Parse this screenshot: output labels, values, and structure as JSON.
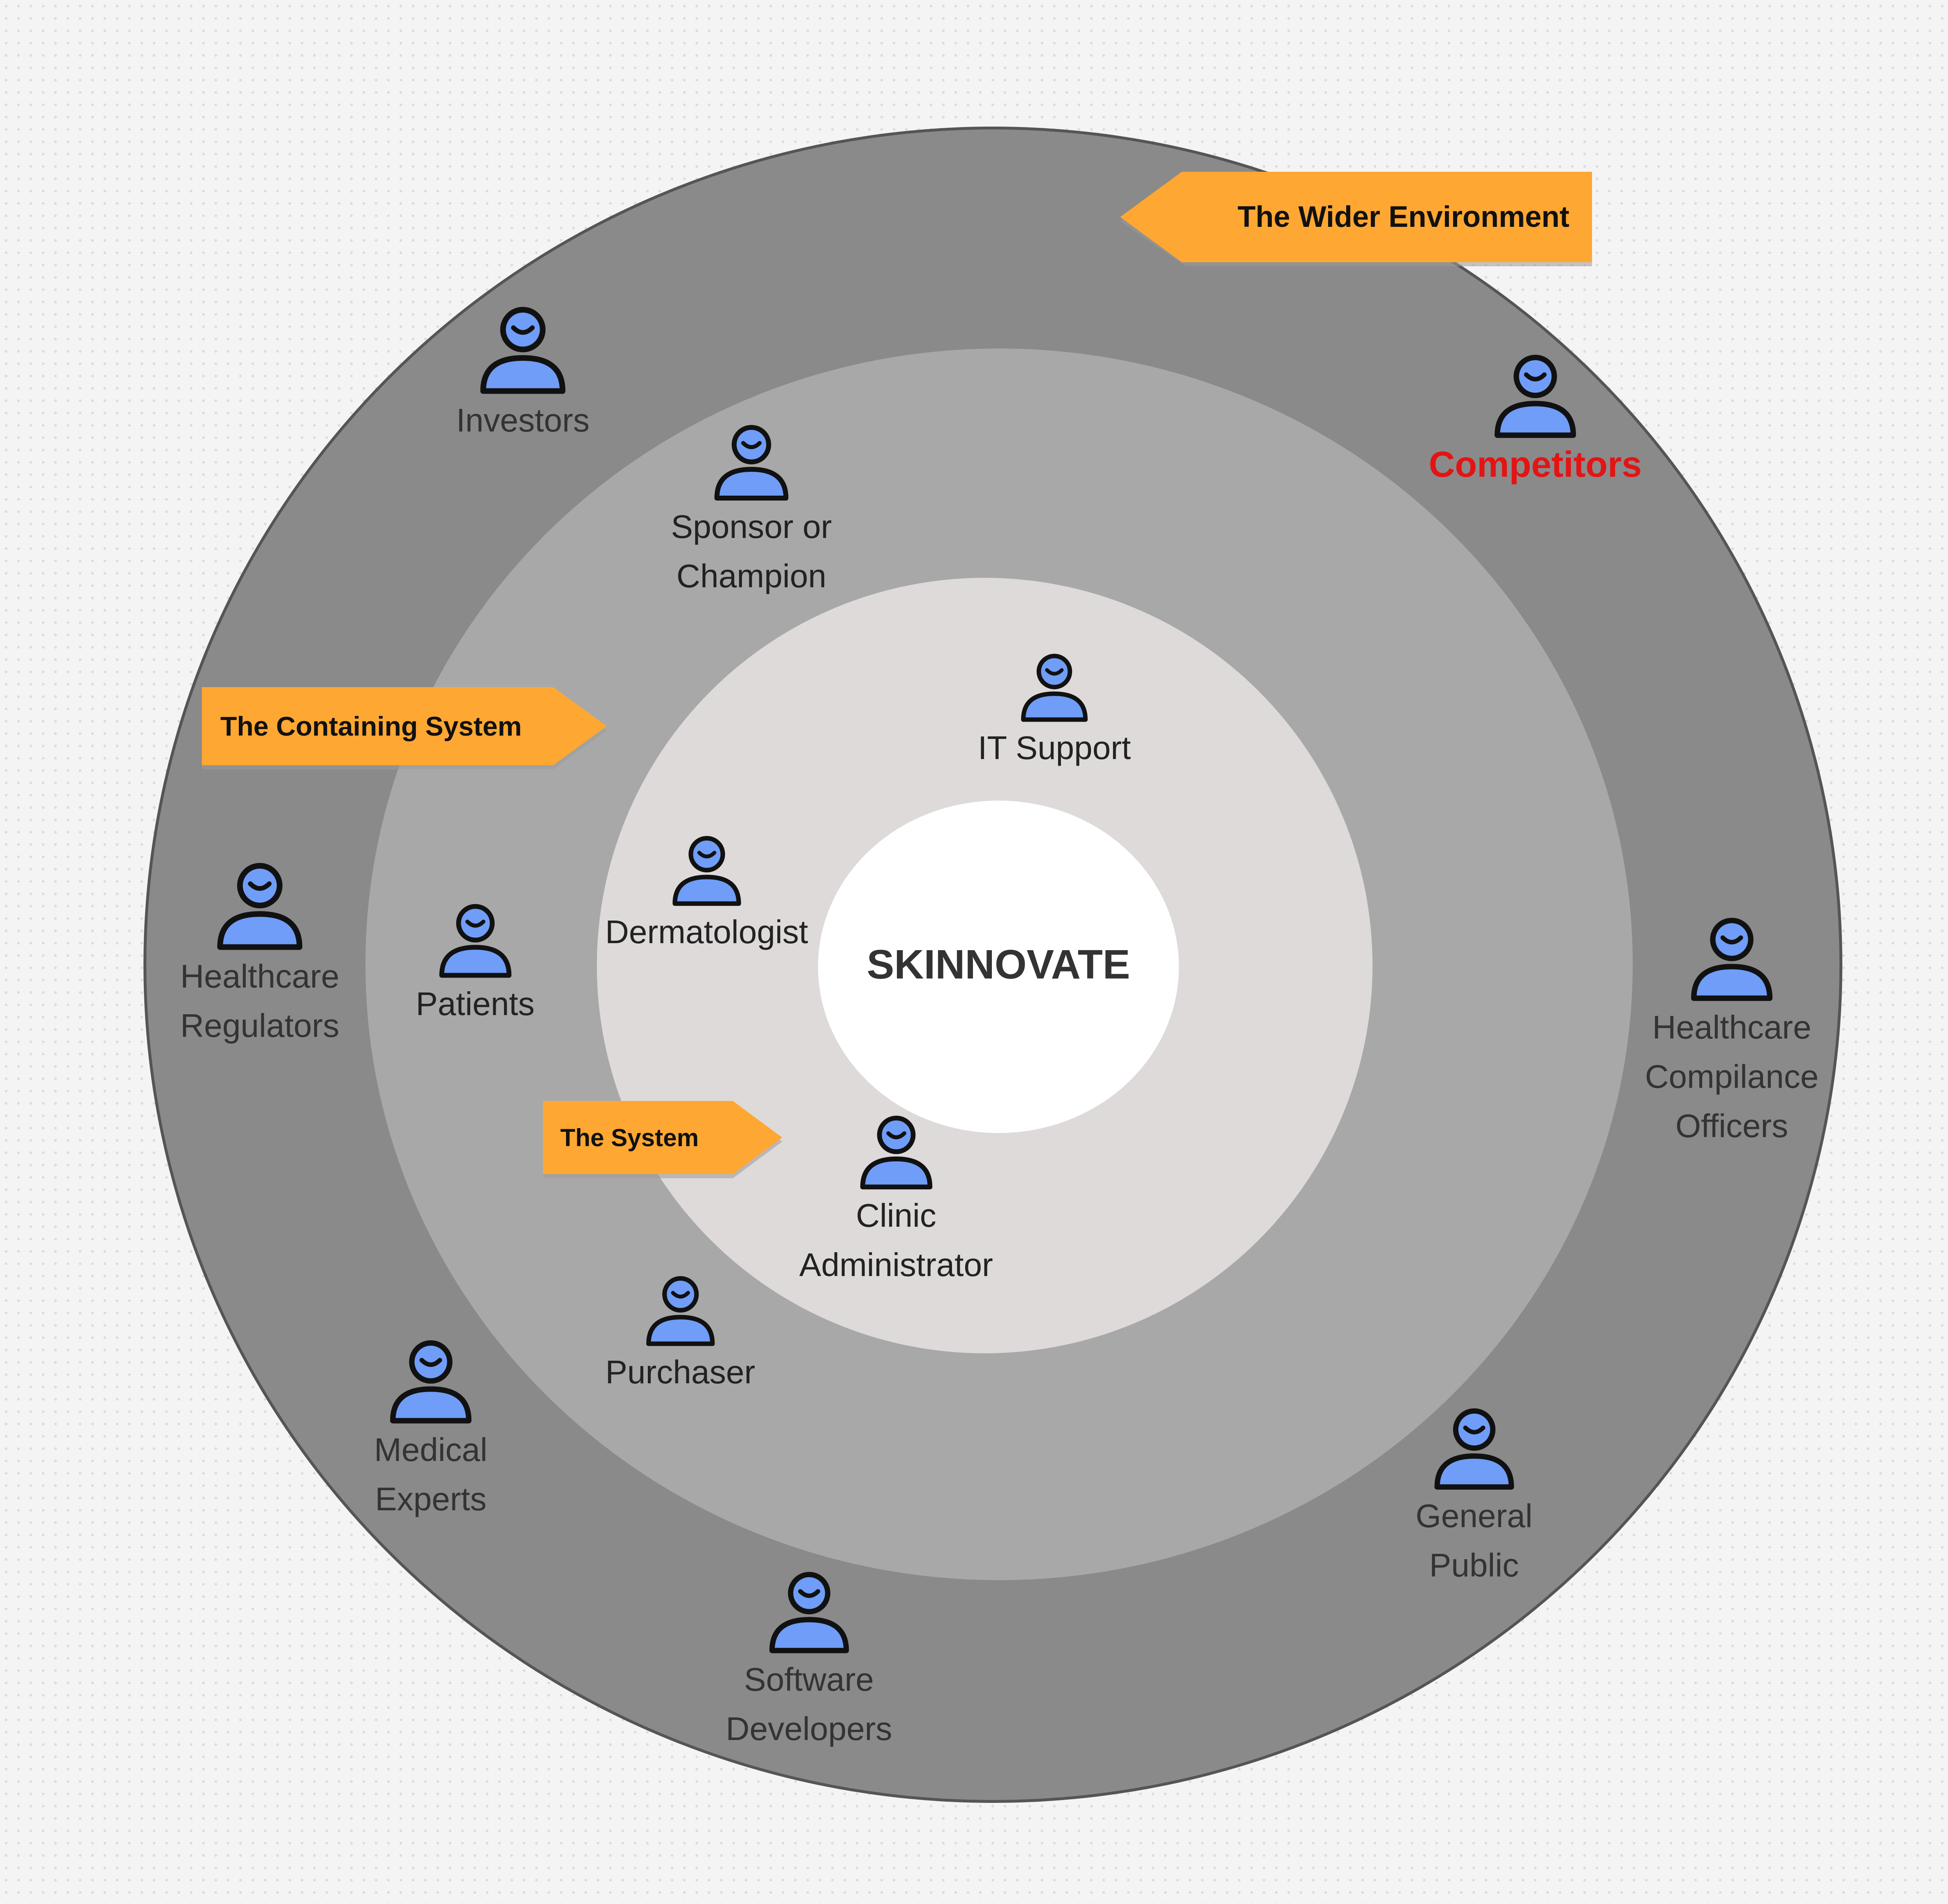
{
  "center": {
    "label": "SKINNOVATE"
  },
  "layers": {
    "wider_environment": "The Wider Environment",
    "containing_system": "The Containing System",
    "system": "The System"
  },
  "actors": {
    "investors": "Investors",
    "competitors": "Competitors",
    "sponsor": "Sponsor or\nChampion",
    "it_support": "IT Support",
    "dermatologist": "Dermatologist",
    "patients": "Patients",
    "healthcare_regulators": "Healthcare\nRegulators",
    "compliance_officers": "Healthcare\nCompilance\nOfficers",
    "clinic_administrator": "Clinic\nAdministrator",
    "purchaser": "Purchaser",
    "medical_experts": "Medical\nExperts",
    "general_public": "General\nPublic",
    "software_developers": "Software\nDevelopers"
  },
  "colors": {
    "tag_fill": "#ffa733",
    "actor_fill": "#6f9df7",
    "highlight_text": "#e31414"
  },
  "icons": {
    "actor": "person-icon",
    "tag": "arrow-tag-shape"
  }
}
